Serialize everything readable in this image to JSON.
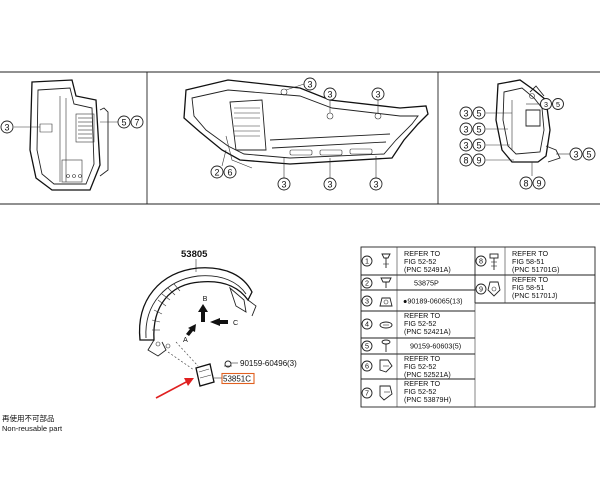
{
  "callouts": {
    "c3": "3",
    "c5": "5",
    "c6": "6",
    "c7": "7",
    "c8": "8",
    "c9": "9",
    "c2": "2"
  },
  "main_part": {
    "number": "53805",
    "part_highlight": "53851C",
    "clip_part": "90159-60496",
    "clip_qty": "(3)",
    "arrow_a": "A",
    "arrow_b": "B",
    "arrow_c": "C"
  },
  "legend": {
    "rows": [
      {
        "num": "1",
        "text": [
          "REFER TO",
          "FIG 52-52",
          "(PNC 52491A)"
        ]
      },
      {
        "num": "2",
        "text": [
          "53875P"
        ]
      },
      {
        "num": "3",
        "text": [
          "●90189-06065(13)"
        ]
      },
      {
        "num": "4",
        "text": [
          "REFER TO",
          "FIG 52-52",
          "(PNC 52421A)"
        ]
      },
      {
        "num": "5",
        "text": [
          "90159-60603(5)"
        ]
      },
      {
        "num": "6",
        "text": [
          "REFER TO",
          "FIG 52-52",
          "(PNC 52521A)"
        ]
      },
      {
        "num": "7",
        "text": [
          "REFER TO",
          "FIG 52-52",
          "(PNC 53879H)"
        ]
      },
      {
        "num": "8",
        "text": [
          "REFER TO",
          "FIG 58-51",
          "(PNC 51701G)"
        ]
      },
      {
        "num": "9",
        "text": [
          "REFER TO",
          "FIG 58-51",
          "(PNC 51701J)"
        ]
      }
    ]
  },
  "notes": {
    "jp": "再使用不可部品",
    "en": "Non-reusable part"
  },
  "colors": {
    "highlight": "#e06020",
    "arrow": "#e02020",
    "ink": "#111111"
  }
}
